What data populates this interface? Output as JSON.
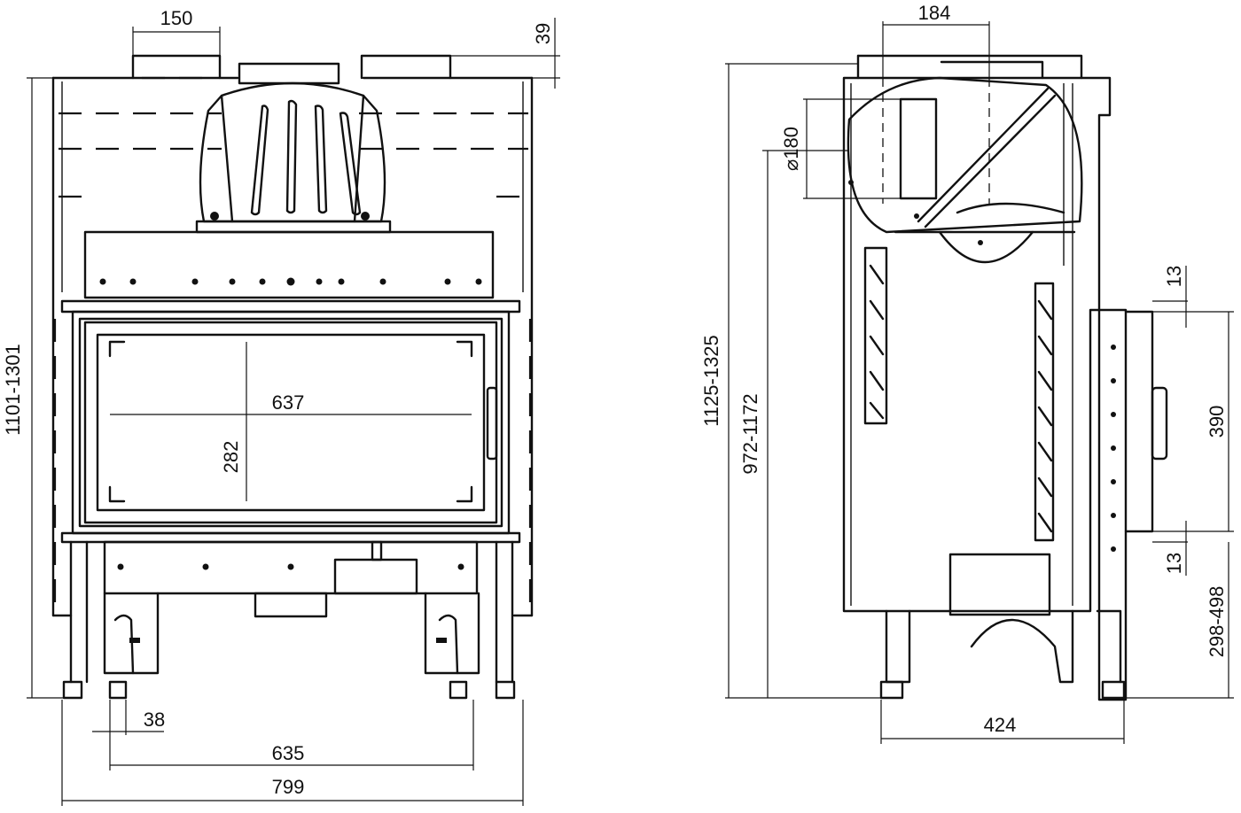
{
  "front_view": {
    "dims": {
      "top_outlet_width": "150",
      "top_offset": "39",
      "total_height": "1101-1301",
      "glass_width": "637",
      "glass_height": "282",
      "leg_width": "38",
      "leg_spacing": "635",
      "total_width": "799"
    }
  },
  "side_view": {
    "dims": {
      "top_outlet_depth": "184",
      "flue_diameter": "⌀180",
      "total_height": "1125-1325",
      "outlet_height": "972-1172",
      "door_gap_top": "13",
      "door_height": "390",
      "door_gap_bottom": "13",
      "door_bottom_height": "298-498",
      "total_depth": "424"
    }
  }
}
